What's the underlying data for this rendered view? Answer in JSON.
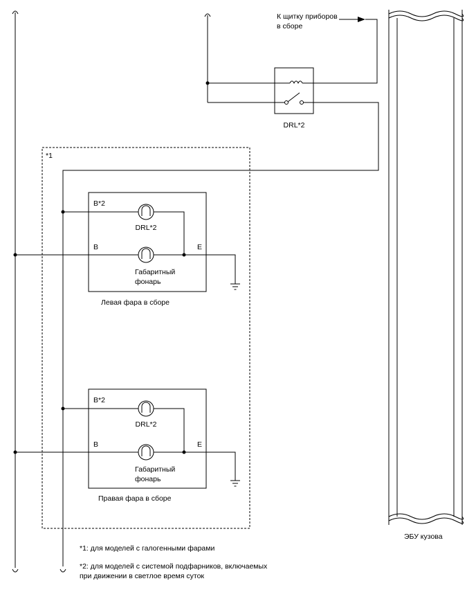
{
  "relay": {
    "label": "DRL*2",
    "note_line1": "К щитку приборов",
    "note_line2": "в сборе"
  },
  "region_note": "*1",
  "left_headlight": {
    "caption": "Левая фара в сборе",
    "drl_terminal": "B*2",
    "drl_label": "DRL*2",
    "main_terminal": "B",
    "ground_terminal": "E",
    "lamp_label_line1": "Габаритный",
    "lamp_label_line2": "фонарь"
  },
  "right_headlight": {
    "caption": "Правая фара в сборе",
    "drl_terminal": "B*2",
    "drl_label": "DRL*2",
    "main_terminal": "B",
    "ground_terminal": "E",
    "lamp_label_line1": "Габаритный",
    "lamp_label_line2": "фонарь"
  },
  "ecu_label": "ЭБУ кузова",
  "footnotes": {
    "note1": "*1: для моделей с галогенными фарами",
    "note2_line1": "*2: для моделей с системой подфарников, включаемых",
    "note2_line2": "при движении в светлое время суток"
  }
}
